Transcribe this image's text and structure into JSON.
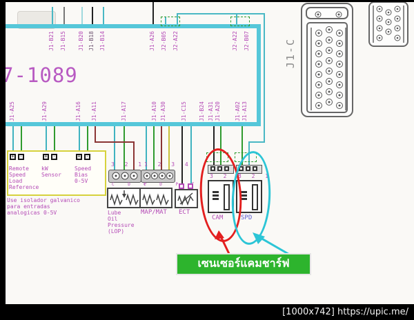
{
  "title_block": {
    "drawing_number": "7-1089"
  },
  "top_pins": [
    "J1-B21",
    "J1-B15",
    "J1-B20",
    "J1-B18",
    "J1-B14",
    "J1-A26",
    "J2-B05",
    "J2-A22",
    "J2-A22",
    "J2-B07"
  ],
  "mid_pins": [
    "J1-A25",
    "J1-A29",
    "J1-A16",
    "J1-A11",
    "J1-A17",
    "J1-A10",
    "J1-A30",
    "J1-C15",
    "J1-B24",
    "J1-A31",
    "J1-A20",
    "J1-A02",
    "J1-A13"
  ],
  "terminal_box": {
    "label_remote": "Remote\nSpeed\nLoad\nReference",
    "label_kw": "kW\nSensor",
    "label_bias": "Speed\nBias\n0-5V",
    "plus": "+",
    "minus": "-"
  },
  "note": "Use isolador galvanico\npara entradas\nanalogicas 0-5V",
  "sensors": {
    "lop": {
      "pin_numbers": "3 2 1",
      "contact_letters": "C D P",
      "label": "Lube\nOil\nPressure\n(LOP)"
    },
    "map": {
      "pin_numbers": "1 2 3 4",
      "contact_letters": "C D P T",
      "label": "MAP/MAT"
    },
    "ect": {
      "label": "ECT"
    },
    "cam": {
      "pin_numbers": "3 2 1",
      "label": "CAM"
    },
    "spd": {
      "pin_numbers": "3 2 1",
      "label": "SPD"
    }
  },
  "connectors": {
    "j1c_label": "J1-C"
  },
  "annotation": {
    "thai_text": "เซนเซอร์แคมชาร์ฟ"
  },
  "watermark": "[1000x742] https://upic.me/",
  "colors": {
    "bus_cyan": "#55c7d9",
    "label_magenta": "#b44ab6",
    "wire_green": "#2f9b2f",
    "wire_teal": "#3fb3c0",
    "wire_maroon": "#8a3434",
    "wire_yellow": "#c9c13a",
    "terminal_box_yellow": "#d6d23c",
    "annotation_red": "#e31f1f",
    "annotation_cyan": "#2cc5d6",
    "thai_label_green": "#2db42d",
    "spd_text_blue": "#5b5bd0"
  }
}
